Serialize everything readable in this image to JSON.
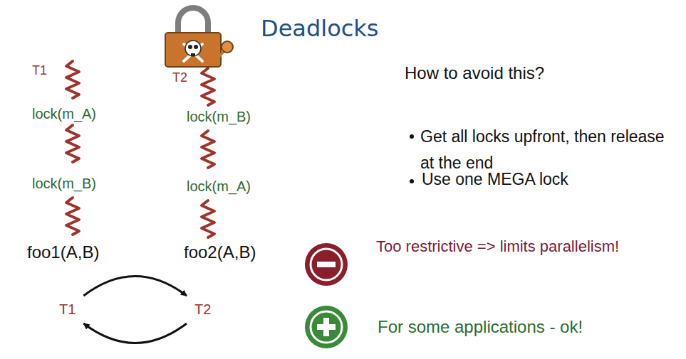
{
  "diagram": {
    "title": "Deadlocks",
    "nodes": [
      {
        "text": [
          "T1"
        ]
      },
      {
        "text": [
          "T2"
        ]
      }
    ],
    "edges": [
      {
        "from": 0,
        "to": 1,
        "arrow": "to"
      },
      {
        "from": 1,
        "to": 0,
        "arrow": "to"
      }
    ],
    "labels": [
      "T1",
      "lock(m_A)",
      "lock(m_B)",
      "foo1(A,B)",
      "T2",
      "lock(m_B)",
      "lock(m_A)",
      "foo2(A,B)",
      "How to avoid this?",
      "Get all locks upfront, then release at the end",
      "Use one MEGA lock",
      "Too restrictive => limits parallelism!",
      "For some applications - ok!"
    ]
  }
}
